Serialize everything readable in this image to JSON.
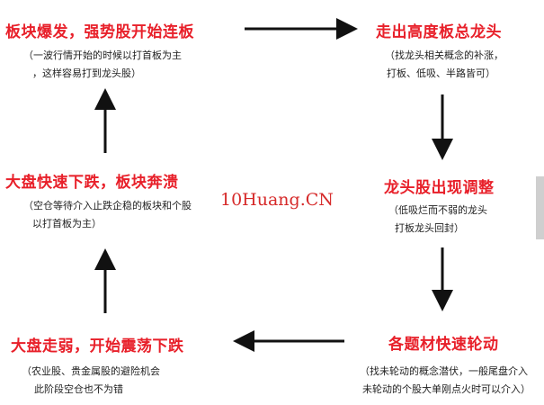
{
  "nodes": {
    "sector_burst": {
      "title": "板块爆发，强势股开始连板",
      "note_lines": [
        "（一波行情开始的时候以打首板为主",
        "，这样容易打到龙头股）"
      ]
    },
    "leader_board": {
      "title": "走出高度板总龙头",
      "note_lines": [
        "（找龙头相关概念的补涨，",
        "打板、低吸、半路皆可）"
      ]
    },
    "leader_adjust": {
      "title": "龙头股出现调整",
      "note_lines": [
        "（低吸烂而不弱的龙头",
        "打板龙头回封）"
      ]
    },
    "theme_rotation": {
      "title": "各题材快速轮动",
      "note_lines": [
        "（找未轮动的概念潜伏，一般尾盘介入",
        "未轮动的个股大单刚点火时可以介入）"
      ]
    },
    "market_weak": {
      "title": "大盘走弱，开始震荡下跌",
      "note_lines": [
        "（农业股、贵金属股的避险机会",
        "此阶段空仓也不为错"
      ]
    },
    "market_crash": {
      "title": "大盘快速下跌，板块奔溃",
      "note_lines": [
        "（空仓等待介入止跌企稳的板块和个股",
        "以打首板为主）"
      ]
    }
  },
  "watermark": "10Huang.CN"
}
